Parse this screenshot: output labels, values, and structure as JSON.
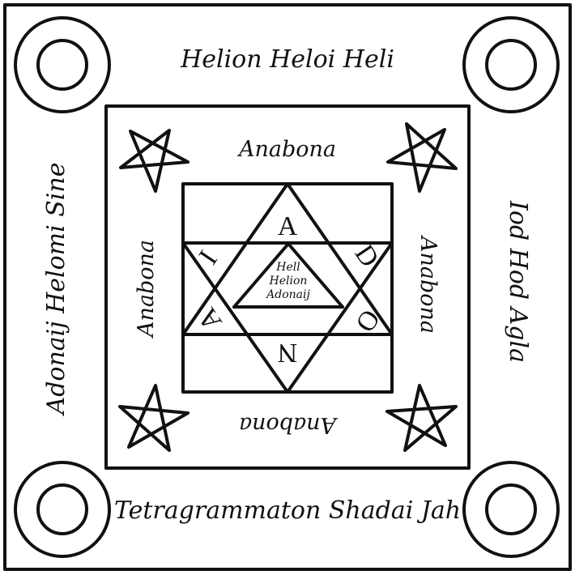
{
  "seal": {
    "colors": {
      "ink": "#111111",
      "paper": "#ffffff"
    },
    "outer_band": {
      "top": "Helion Heloi Heli",
      "right": "Iod Hod Agla",
      "bottom": "Tetragrammaton Shadai Jah",
      "left": "Adonaij Helomi Sine"
    },
    "middle_band": {
      "top": "Anabona",
      "right": "Anabona",
      "bottom": "Anabona",
      "left": "Anabona"
    },
    "hexagram_letters": {
      "top": "A",
      "upper_right": "D",
      "lower_right": "O",
      "bottom": "N",
      "lower_left": "A",
      "upper_left": "I"
    },
    "center_text": [
      "Hell",
      "Helion",
      "Adonaij"
    ],
    "corner_symbols": {
      "outer_corners": "double-circle",
      "middle_corners": "pentagram"
    }
  }
}
